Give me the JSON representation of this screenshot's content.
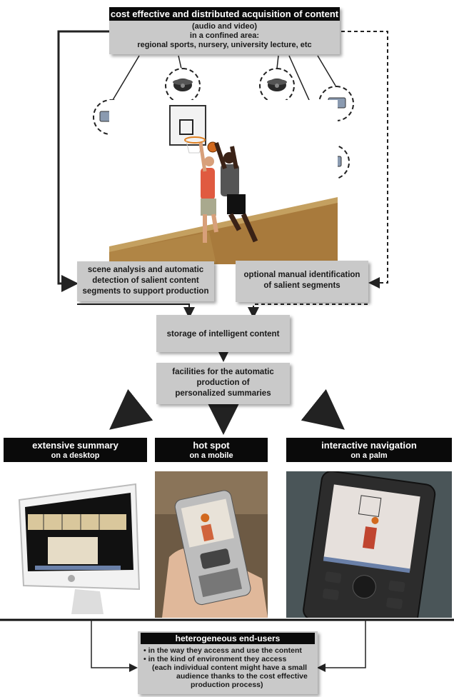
{
  "top_box": {
    "title": "cost effective and distributed acquisition of content",
    "lines": [
      "(audio and video)",
      "in a confined area:",
      "regional sports, nursery, university lecture, etc"
    ]
  },
  "scene_box": {
    "lines": [
      "scene analysis and automatic",
      "detection of salient content",
      "segments to support production"
    ]
  },
  "manual_box": {
    "lines": [
      "optional manual identification",
      "of salient segments"
    ]
  },
  "storage_box": {
    "label": "storage of intelligent content"
  },
  "facilities_box": {
    "lines": [
      "facilities for the automatic",
      "production of",
      "personalized summaries"
    ]
  },
  "outputs": [
    {
      "title": "extensive summary",
      "subtitle": "on a desktop",
      "icon": "desktop-computer"
    },
    {
      "title": "hot spot",
      "subtitle": "on a mobile",
      "icon": "mobile-phone"
    },
    {
      "title": "interactive navigation",
      "subtitle": "on a palm",
      "icon": "pda-device"
    }
  ],
  "end_users": {
    "title": "heterogeneous end-users",
    "bullets": [
      "in the way they access and use the content",
      "in the kind of environment they access"
    ],
    "note_lines": [
      "(each individual content might have a small",
      "audience thanks to the cost effective",
      "production process)"
    ]
  },
  "colors": {
    "box_gray": "#c9c9c9",
    "header_black": "#0a0a0a",
    "court_floor": "#a87a3c",
    "player_red": "#e05a40",
    "player_dark": "#444444"
  }
}
